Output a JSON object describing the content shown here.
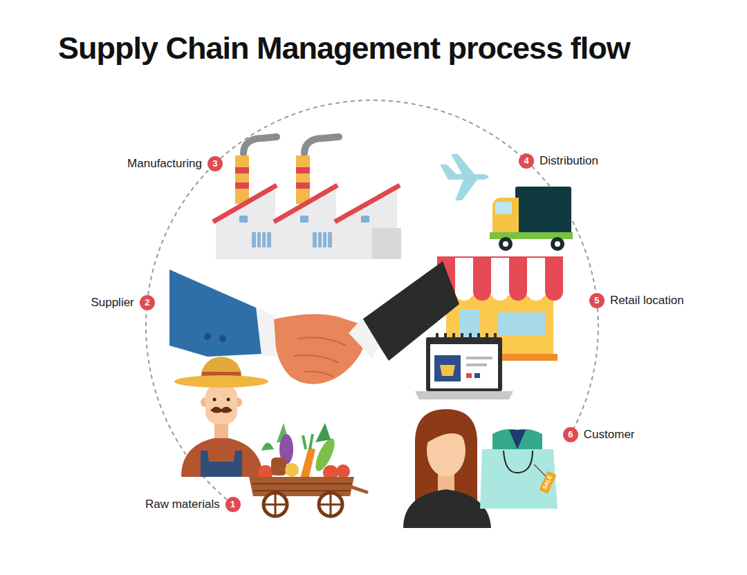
{
  "diagram": {
    "title": "Supply Chain Management process flow",
    "nodes": [
      {
        "text": [
          "1",
          "Raw materials"
        ]
      },
      {
        "text": [
          "2",
          "Supplier"
        ]
      },
      {
        "text": [
          "3",
          "Manufacturing"
        ]
      },
      {
        "text": [
          "4",
          "Distribution"
        ]
      },
      {
        "text": [
          "5",
          "Retail location"
        ]
      },
      {
        "text": [
          "6",
          "Customer"
        ]
      }
    ],
    "edges": [
      {
        "from": 0,
        "to": 1,
        "arrow": "none"
      },
      {
        "from": 1,
        "to": 2,
        "arrow": "none"
      },
      {
        "from": 2,
        "to": 3,
        "arrow": "none"
      },
      {
        "from": 3,
        "to": 4,
        "arrow": "none"
      },
      {
        "from": 4,
        "to": 5,
        "arrow": "none"
      }
    ],
    "labels": [
      "SALE"
    ]
  }
}
